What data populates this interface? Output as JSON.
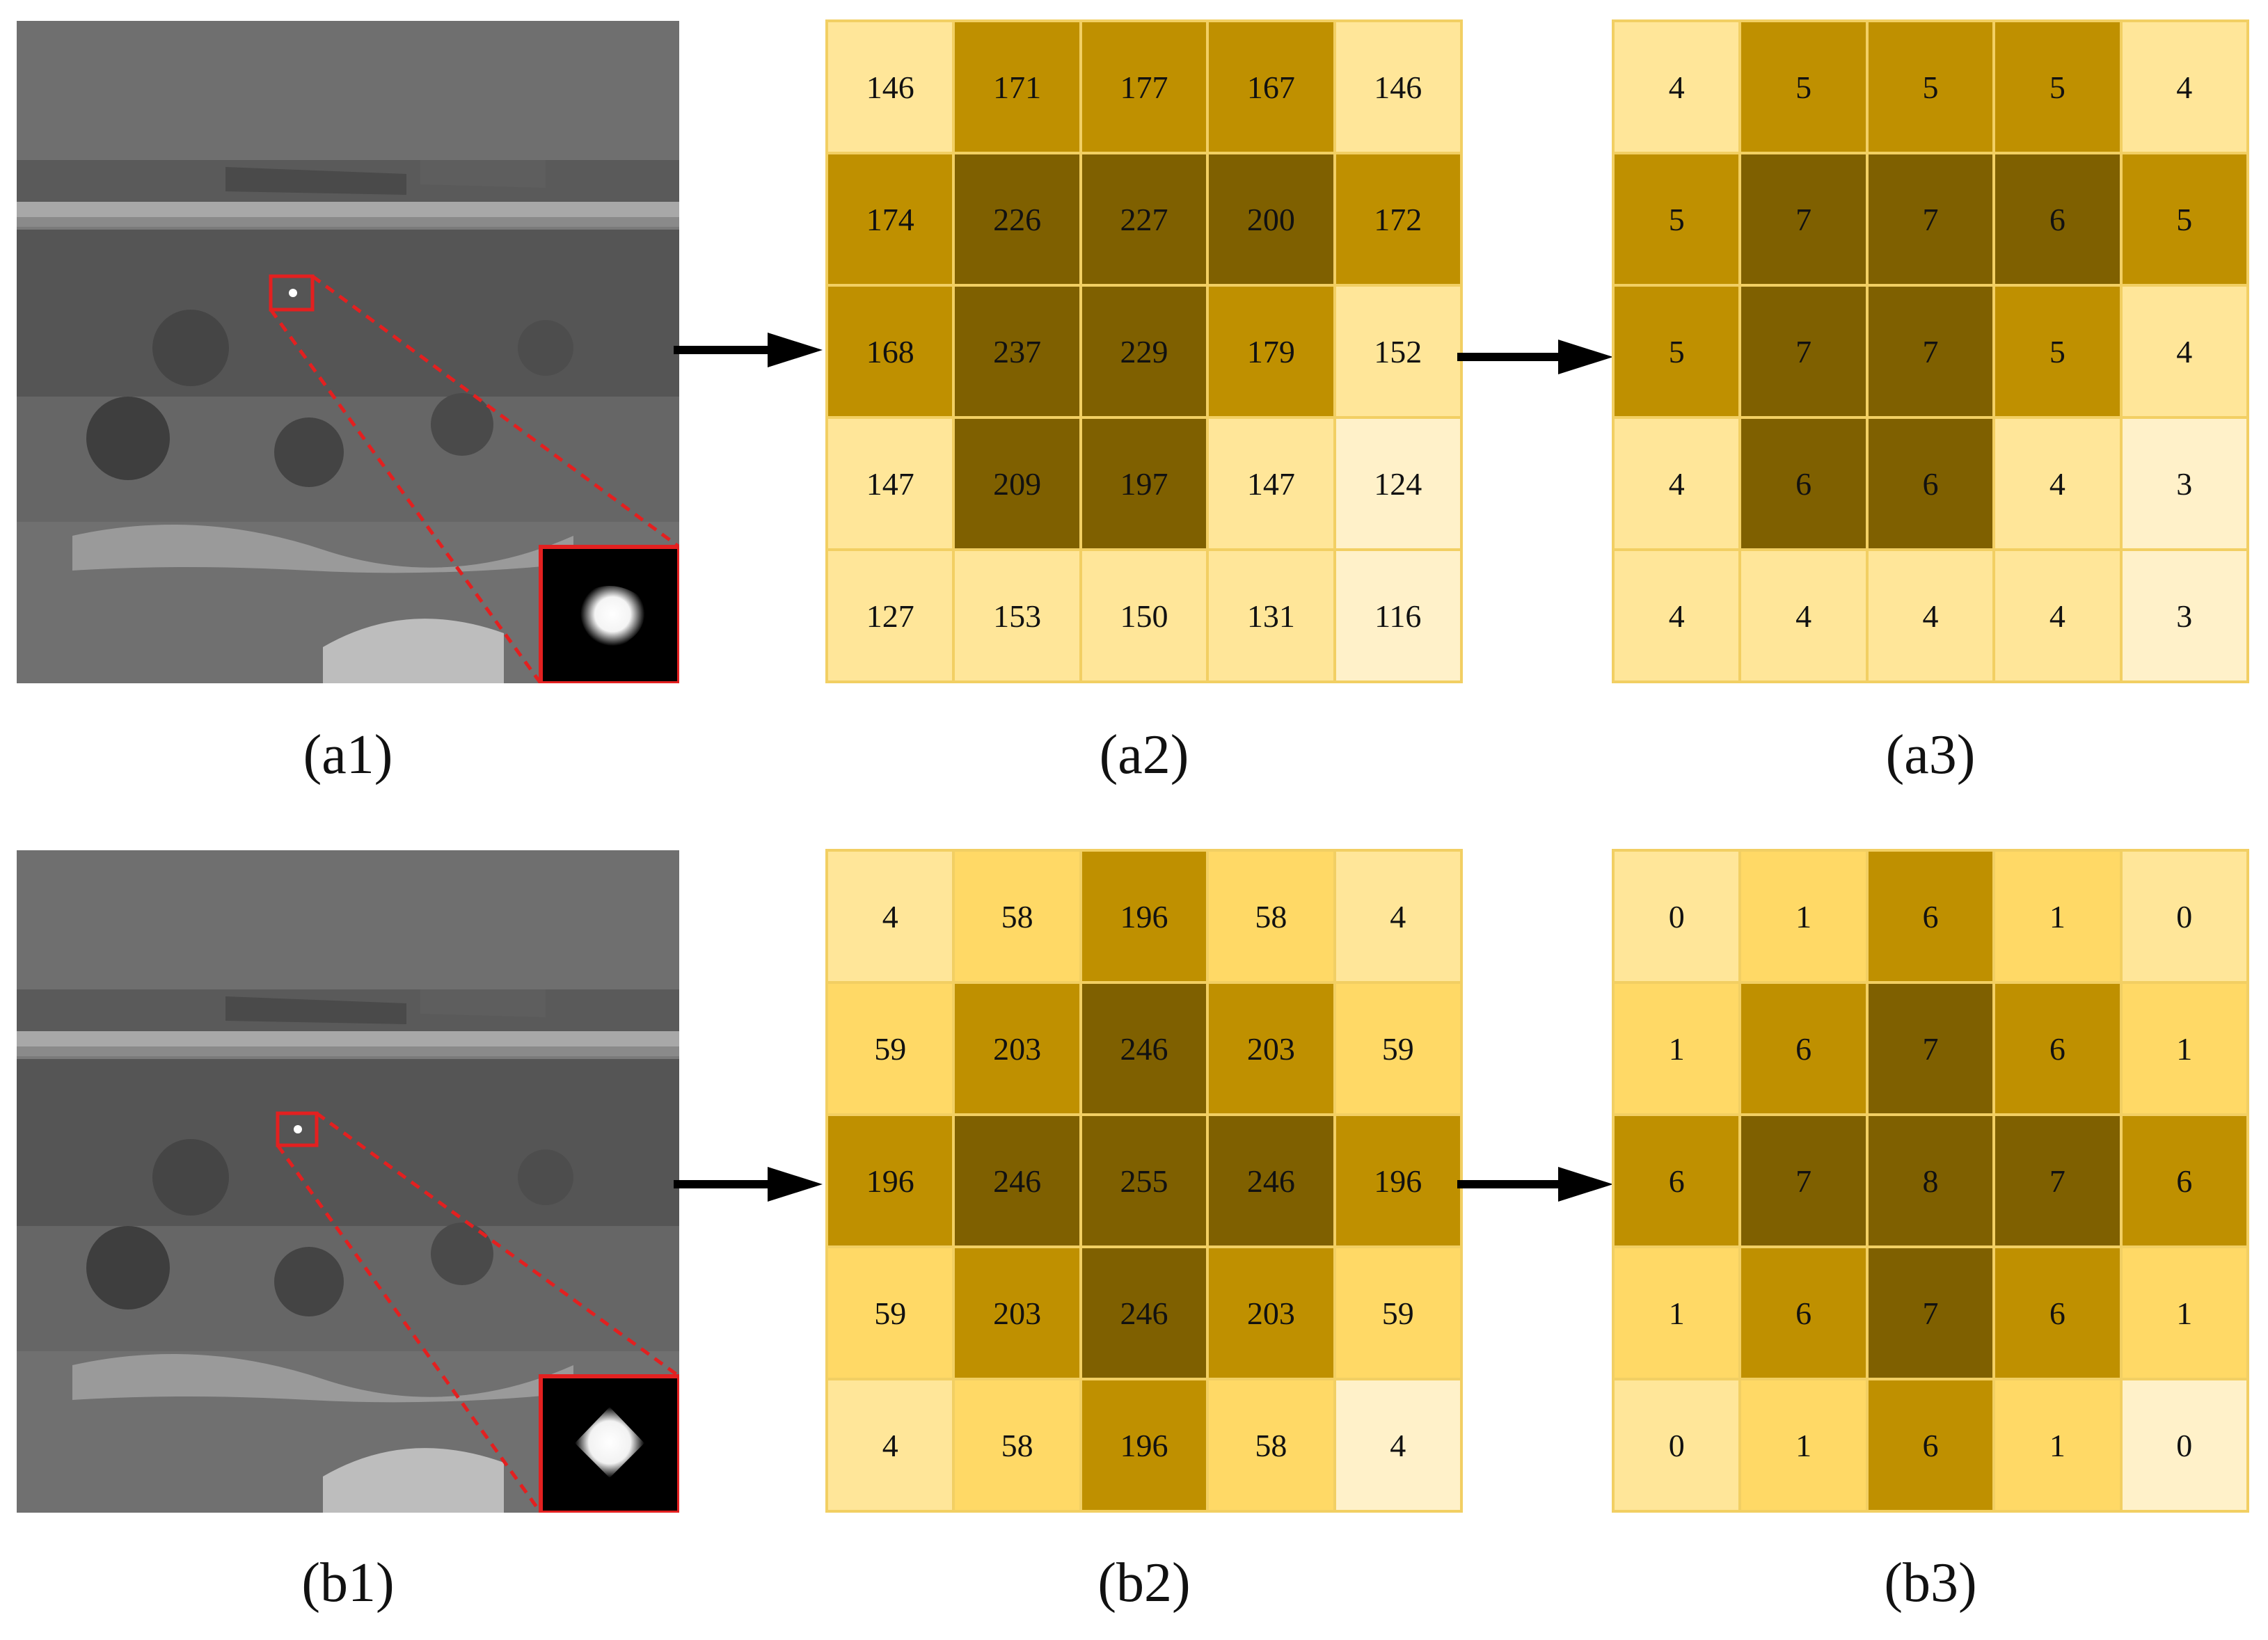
{
  "colors": {
    "L0": "#fff1c9",
    "L1": "#ffe699",
    "L2": "#ffd966",
    "L3": "#bf9000",
    "L4": "#7f6000",
    "inset_border": "#e32020",
    "arrow": "#000000"
  },
  "panels": {
    "a1": {
      "caption": "(a1)"
    },
    "b1": {
      "caption": "(b1)"
    },
    "a2": {
      "caption": "(a2)",
      "values": [
        [
          146,
          171,
          177,
          167,
          146
        ],
        [
          174,
          226,
          227,
          200,
          172
        ],
        [
          168,
          237,
          229,
          179,
          152
        ],
        [
          147,
          209,
          197,
          147,
          124
        ],
        [
          127,
          153,
          150,
          131,
          116
        ]
      ],
      "levels": [
        [
          1,
          3,
          3,
          3,
          1
        ],
        [
          3,
          4,
          4,
          4,
          3
        ],
        [
          3,
          4,
          4,
          3,
          1
        ],
        [
          1,
          4,
          4,
          1,
          0
        ],
        [
          1,
          1,
          1,
          1,
          0
        ]
      ]
    },
    "a3": {
      "caption": "(a3)",
      "values": [
        [
          4,
          5,
          5,
          5,
          4
        ],
        [
          5,
          7,
          7,
          6,
          5
        ],
        [
          5,
          7,
          7,
          5,
          4
        ],
        [
          4,
          6,
          6,
          4,
          3
        ],
        [
          4,
          4,
          4,
          4,
          3
        ]
      ],
      "levels": [
        [
          1,
          3,
          3,
          3,
          1
        ],
        [
          3,
          4,
          4,
          4,
          3
        ],
        [
          3,
          4,
          4,
          3,
          1
        ],
        [
          1,
          4,
          4,
          1,
          0
        ],
        [
          1,
          1,
          1,
          1,
          0
        ]
      ]
    },
    "b2": {
      "caption": "(b2)",
      "values": [
        [
          4,
          58,
          196,
          58,
          4
        ],
        [
          59,
          203,
          246,
          203,
          59
        ],
        [
          196,
          246,
          255,
          246,
          196
        ],
        [
          59,
          203,
          246,
          203,
          59
        ],
        [
          4,
          58,
          196,
          58,
          4
        ]
      ],
      "levels": [
        [
          1,
          2,
          3,
          2,
          1
        ],
        [
          2,
          3,
          4,
          3,
          2
        ],
        [
          3,
          4,
          4,
          4,
          3
        ],
        [
          2,
          3,
          4,
          3,
          2
        ],
        [
          1,
          2,
          3,
          2,
          0
        ]
      ]
    },
    "b3": {
      "caption": "(b3)",
      "values": [
        [
          0,
          1,
          6,
          1,
          0
        ],
        [
          1,
          6,
          7,
          6,
          1
        ],
        [
          6,
          7,
          8,
          7,
          6
        ],
        [
          1,
          6,
          7,
          6,
          1
        ],
        [
          0,
          1,
          6,
          1,
          0
        ]
      ],
      "levels": [
        [
          1,
          2,
          3,
          2,
          1
        ],
        [
          2,
          3,
          4,
          3,
          2
        ],
        [
          3,
          4,
          4,
          4,
          3
        ],
        [
          2,
          3,
          4,
          3,
          2
        ],
        [
          1,
          2,
          3,
          2,
          0
        ]
      ]
    }
  }
}
